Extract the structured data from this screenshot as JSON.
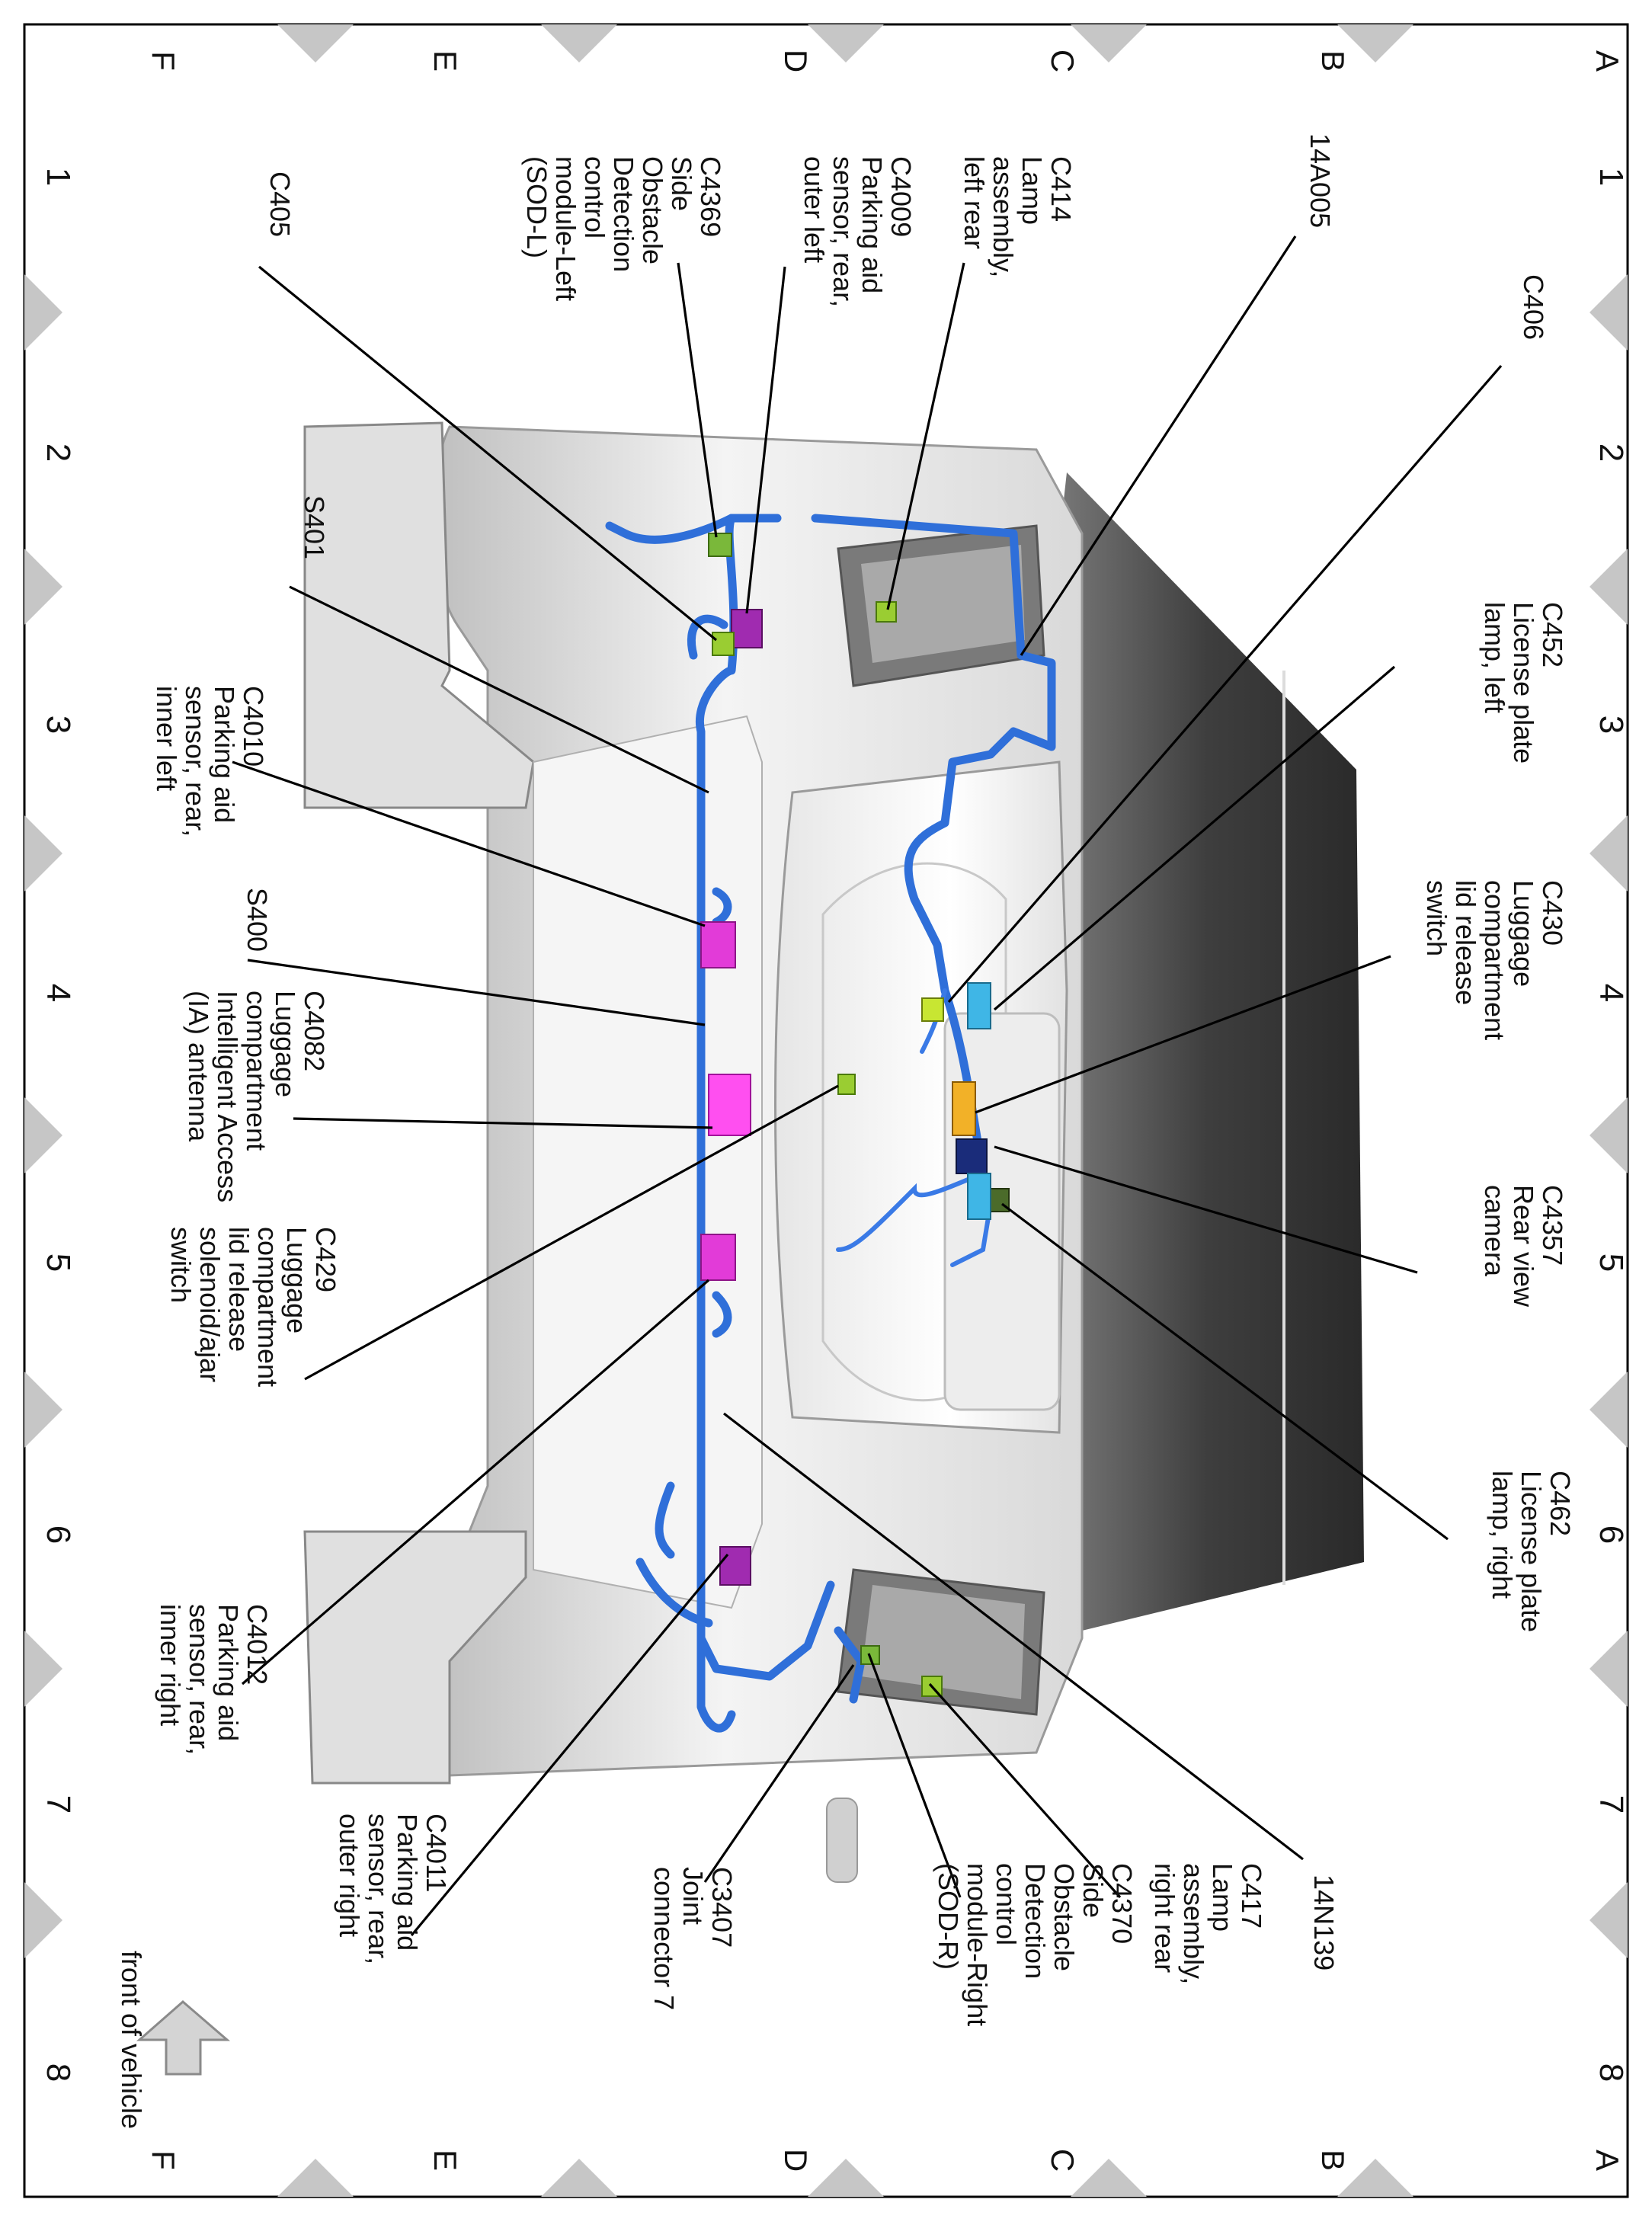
{
  "grid": {
    "letters": [
      "A",
      "B",
      "C",
      "D",
      "E",
      "F"
    ],
    "numbers": [
      "1",
      "2",
      "3",
      "4",
      "5",
      "6",
      "7",
      "8"
    ]
  },
  "orientation": {
    "label": "front of vehicle"
  },
  "callouts": [
    {
      "id": "c406",
      "lines": [
        "C406"
      ]
    },
    {
      "id": "14a005",
      "lines": [
        "14A005"
      ]
    },
    {
      "id": "c414",
      "lines": [
        "C414",
        "Lamp",
        "assembly,",
        "left rear"
      ]
    },
    {
      "id": "c4009",
      "lines": [
        "C4009",
        "Parking aid",
        "sensor, rear,",
        "outer left"
      ]
    },
    {
      "id": "c4369",
      "lines": [
        "C4369",
        "Side",
        "Obstacle",
        "Detection",
        "control",
        "module-Left",
        "(SOD-L)"
      ]
    },
    {
      "id": "c405",
      "lines": [
        "C405"
      ]
    },
    {
      "id": "s401",
      "lines": [
        "S401"
      ]
    },
    {
      "id": "c4010",
      "lines": [
        "C4010",
        "Parking aid",
        "sensor, rear,",
        "inner left"
      ]
    },
    {
      "id": "s400",
      "lines": [
        "S400"
      ]
    },
    {
      "id": "c4082",
      "lines": [
        "C4082",
        "Luggage",
        "compartment",
        "Intelligent Access",
        "(IA) antenna"
      ]
    },
    {
      "id": "c429",
      "lines": [
        "C429",
        "Luggage",
        "compartment",
        "lid release",
        "solenoid/ajar",
        "switch"
      ]
    },
    {
      "id": "c4012",
      "lines": [
        "C4012",
        "Parking aid",
        "sensor, rear,",
        "inner right"
      ]
    },
    {
      "id": "c4011",
      "lines": [
        "C4011",
        "Parking aid",
        "sensor, rear,",
        "outer right"
      ]
    },
    {
      "id": "c3407",
      "lines": [
        "C3407",
        "Joint",
        "connector 7"
      ]
    },
    {
      "id": "c4370",
      "lines": [
        "C4370",
        "Side",
        "Obstacle",
        "Detection",
        "control",
        "module-Right",
        "(SOD-R)"
      ]
    },
    {
      "id": "c417",
      "lines": [
        "C417",
        "Lamp",
        "assembly,",
        "right rear"
      ]
    },
    {
      "id": "14n139",
      "lines": [
        "14N139"
      ]
    },
    {
      "id": "c462",
      "lines": [
        "C462",
        "License plate",
        "lamp, right"
      ]
    },
    {
      "id": "c4357",
      "lines": [
        "C4357",
        "Rear view",
        "camera"
      ]
    },
    {
      "id": "c430",
      "lines": [
        "C430",
        "Luggage",
        "compartment",
        "lid release",
        "switch"
      ]
    },
    {
      "id": "c452",
      "lines": [
        "C452",
        "License plate",
        "lamp, left"
      ]
    }
  ]
}
